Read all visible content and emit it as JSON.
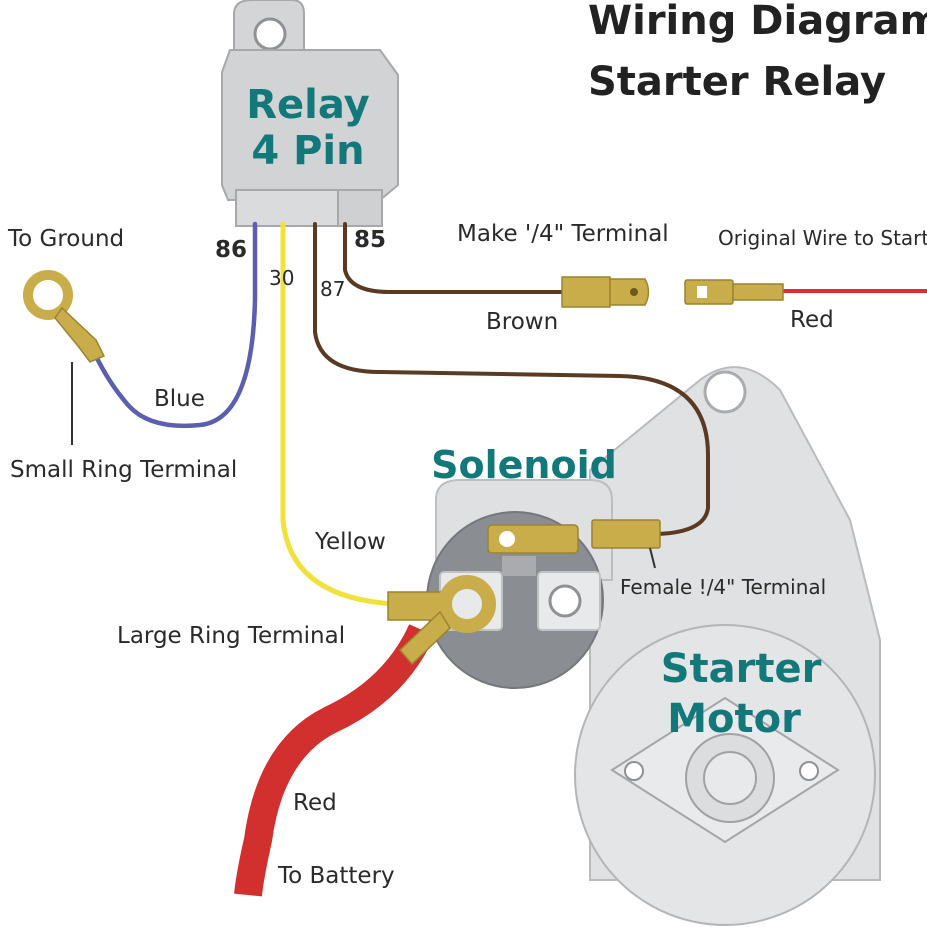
{
  "title": {
    "line1": "Wiring Diagram",
    "line2": "Starter Relay"
  },
  "relay": {
    "line1": "Relay",
    "line2": "4 Pin"
  },
  "pins": {
    "p86": "86",
    "p30": "30",
    "p87": "87",
    "p85": "85"
  },
  "labels": {
    "to_ground": "To Ground",
    "blue": "Blue",
    "small_ring": "Small Ring Terminal",
    "yellow": "Yellow",
    "large_ring": "Large Ring Terminal",
    "red_bottom": "Red",
    "to_battery": "To Battery",
    "make_terminal": "Make '/4\" Terminal",
    "original_wire": "Original Wire to Starter",
    "brown": "Brown",
    "red_top": "Red",
    "female_terminal": "Female !/4\" Terminal",
    "solenoid": "Solenoid",
    "starter_line1": "Starter",
    "starter_line2": "Motor"
  },
  "colors": {
    "blue_wire": "#5a5fb0",
    "yellow_wire": "#f2e13a",
    "brown_wire": "#5a3a22",
    "red_wire": "#d63030",
    "terminal": "#c9ad4a",
    "accent_text": "#13787a"
  }
}
